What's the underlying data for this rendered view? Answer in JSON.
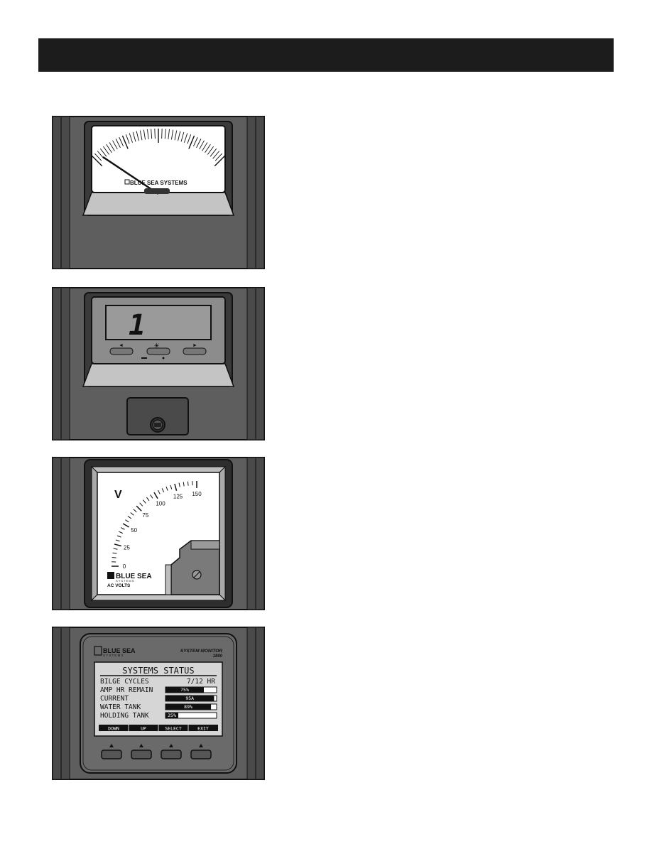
{
  "header": {
    "title": ""
  },
  "analog_meter": {
    "brand": "BLUE SEA SYSTEMS",
    "needle_level": 0.0
  },
  "digital_meter": {
    "display_value": "1",
    "left_arrow": "◄",
    "backlight_symbol": "☀",
    "right_arrow": "►",
    "minus_mark": "–",
    "dot_mark": "•"
  },
  "ac_voltmeter": {
    "unit_symbol": "V",
    "tick_labels": [
      "0",
      "25",
      "50",
      "75",
      "100",
      "125",
      "150"
    ],
    "scale_max": 150,
    "brand_line1": "BLUE SEA",
    "brand_line2": "S Y S T E M S",
    "meter_type": "AC VOLTS"
  },
  "system_monitor": {
    "brand_line1": "BLUE SEA",
    "brand_line2": "S Y S T E M S",
    "model_line1": "SYSTEM MONITOR",
    "model_line2": "1800",
    "screen_title": "SYSTEMS STATUS",
    "rows": [
      {
        "label": "BILGE CYCLES",
        "value": "7/12 HR",
        "bar_percent": null
      },
      {
        "label": "AMP HR REMAIN",
        "value": "75%",
        "bar_percent": 75
      },
      {
        "label": "CURRENT",
        "value": "95A",
        "bar_percent": 95
      },
      {
        "label": "WATER TANK",
        "value": "89%",
        "bar_percent": 89
      },
      {
        "label": "HOLDING TANK",
        "value": "25%",
        "bar_percent": 25
      }
    ],
    "softkeys": [
      "DOWN",
      "UP",
      "SELECT",
      "EXIT"
    ]
  },
  "colors": {
    "header": "#1c1c1c",
    "housing": "#5e5e5e",
    "housing_dark": "#3e3e3e",
    "bezel_light": "#c4c4c4",
    "lcd": "#9a9a9a",
    "lcd_screen": "#dcdcdc"
  }
}
